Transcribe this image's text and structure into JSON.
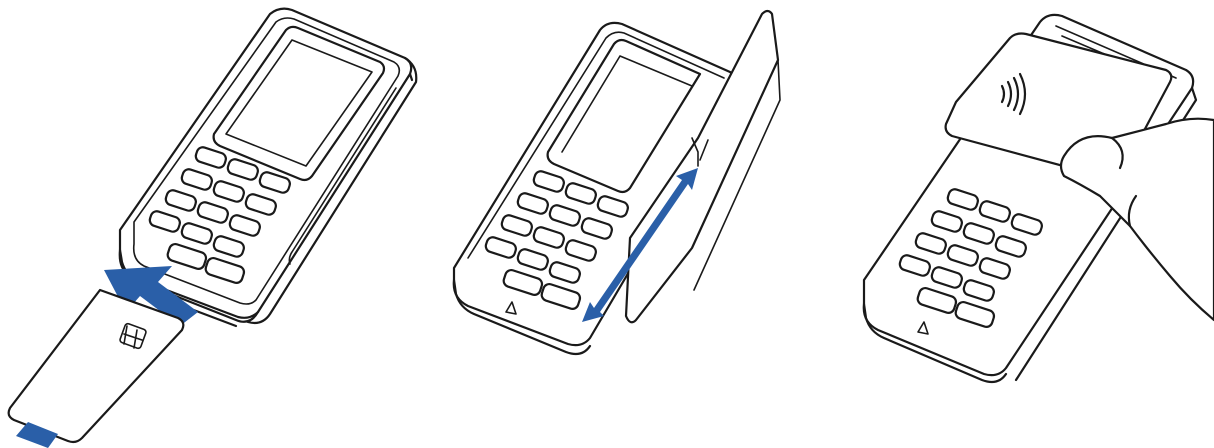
{
  "figure": {
    "steps": [
      {
        "id": "insert",
        "card_action": "insert",
        "arrow": "single"
      },
      {
        "id": "swipe",
        "card_action": "swipe",
        "arrow": "double"
      },
      {
        "id": "tap",
        "card_action": "tap",
        "arrow": "none"
      }
    ],
    "colors": {
      "arrow": "#2a5fa8",
      "line": "#1a1a1a",
      "card_stripe": "#2a5fa8",
      "background": "#ffffff"
    },
    "icons": [
      "card-chip-icon",
      "contactless-icon",
      "triangle-mark-icon"
    ]
  }
}
